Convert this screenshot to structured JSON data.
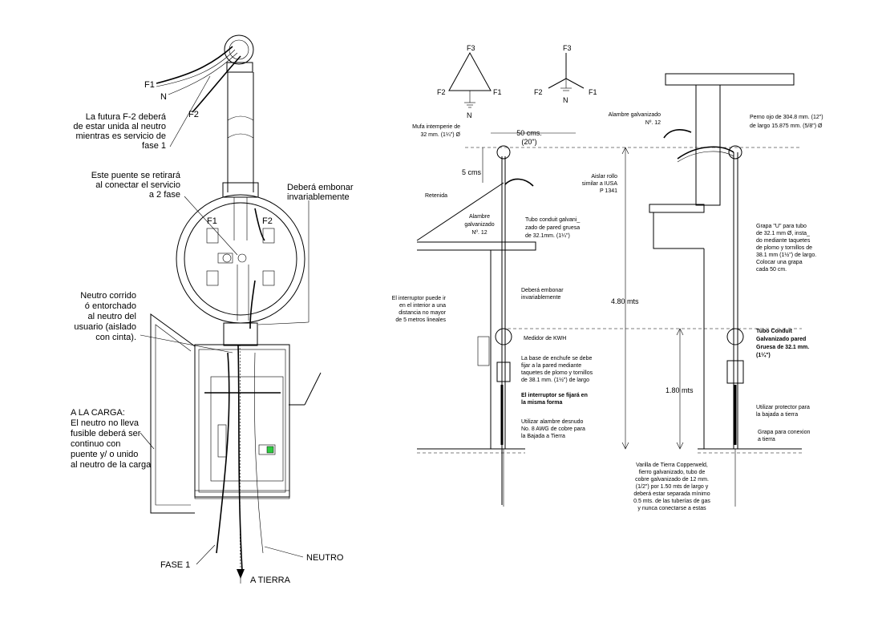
{
  "left": {
    "f1": "F1",
    "n": "N",
    "f2": "F2",
    "note_f2": [
      "La futura F-2 deberá",
      "de estar unida al neutro",
      "mientras es servicio de",
      "fase 1"
    ],
    "note_bridge": [
      "Este puente se retirará",
      "al conectar el servicio",
      "a 2 fase"
    ],
    "note_ground": [
      "Deberá embonar",
      "invariablemente"
    ],
    "meter_f1": "F1",
    "meter_f2": "F2",
    "note_neutral": [
      "Neutro corrido",
      "ó entorchado",
      "al neutro del",
      "usuario (aislado",
      "con cinta)."
    ],
    "note_load": [
      "A LA CARGA:",
      "El neutro no lleva",
      "fusible deberá ser",
      "continuo con",
      "puente y/ o unido",
      "al neutro de la carga"
    ],
    "fase1": "FASE 1",
    "neutro": "NEUTRO",
    "tierra": "A TIERRA"
  },
  "phase": {
    "delta": {
      "f3": "F3",
      "f2": "F2",
      "f1": "F1",
      "n": "N"
    },
    "wye": {
      "f3": "F3",
      "f2": "F2",
      "f1": "F1",
      "n": "N"
    }
  },
  "right": {
    "mufa": [
      "Mufa intemperie de",
      "32 mm. (1¼\") Ø"
    ],
    "dim50": [
      "50 cms.",
      "(20\")"
    ],
    "dim5": "5 cms",
    "retenida": "Retenida",
    "alambre1": [
      "Alambre",
      "galvanizado",
      "Nº. 12"
    ],
    "tubo1": [
      "Tubo conduit galvani_",
      "zado de pared gruesa",
      "de 32.1mm. (1¼\")"
    ],
    "aislador": [
      "Aislar rollo",
      "similar a IUSA",
      "P 1341"
    ],
    "alambre2": [
      "Alambre galvanizado",
      "Nº. 12"
    ],
    "perno": [
      "Perno ojo de 304.8 mm. (12\")",
      "de largo 15.875 mm. (5/8\") Ø"
    ],
    "dim480": "4.80 mts",
    "dim180": "1.80 mts",
    "grapa": [
      "Grapa \"U\" para tubo",
      "de 32.1 mm Ø, insta_",
      "do mediante taquetes",
      "de plomo y tornillos de",
      "38.1 mm (1½\") de largo.",
      "Colocar una grapa",
      "cada 50 cm."
    ],
    "interruptor": [
      "El interruptor puede ir",
      "en el interior a una",
      "distancia no mayor",
      "de 5 metros lineales"
    ],
    "embonar": [
      "Deberá embonar",
      "invariablemente"
    ],
    "medidor": "Medidor de KWH",
    "base": [
      "La base de enchufe se debe",
      "fijar a la pared mediante",
      "taquetes de plomo y tornillos",
      "de 38.1 mm. (1½\") de largo"
    ],
    "int_fija": [
      "El interruptor se fijará en",
      "la misma forma"
    ],
    "alambre_desnudo": [
      "Utilizar alambre desnudo",
      "No. 8 AWG de cobre para",
      "la Bajada a Tierra"
    ],
    "tubo2": [
      "Tubo Conduit",
      "Galvanizado pared",
      "Gruesa de 32.1 mm.",
      "(1¼\")"
    ],
    "protector": [
      "Utilizar protector para",
      "la bajada a tierra"
    ],
    "grapa_conexion": [
      "Grapa para conexion",
      "a tierra"
    ],
    "varilla": [
      "Varilla de Tierra Copperweld,",
      "fierro galvanizado, tubo de",
      "cobre galvanizado de 12 mm.",
      "(1/2\") por 1.50 mts de largo y",
      "deberá estar separada mínimo",
      "0.5 mts. de las tuberías de gas",
      "y nunca conectarse a estas"
    ]
  }
}
